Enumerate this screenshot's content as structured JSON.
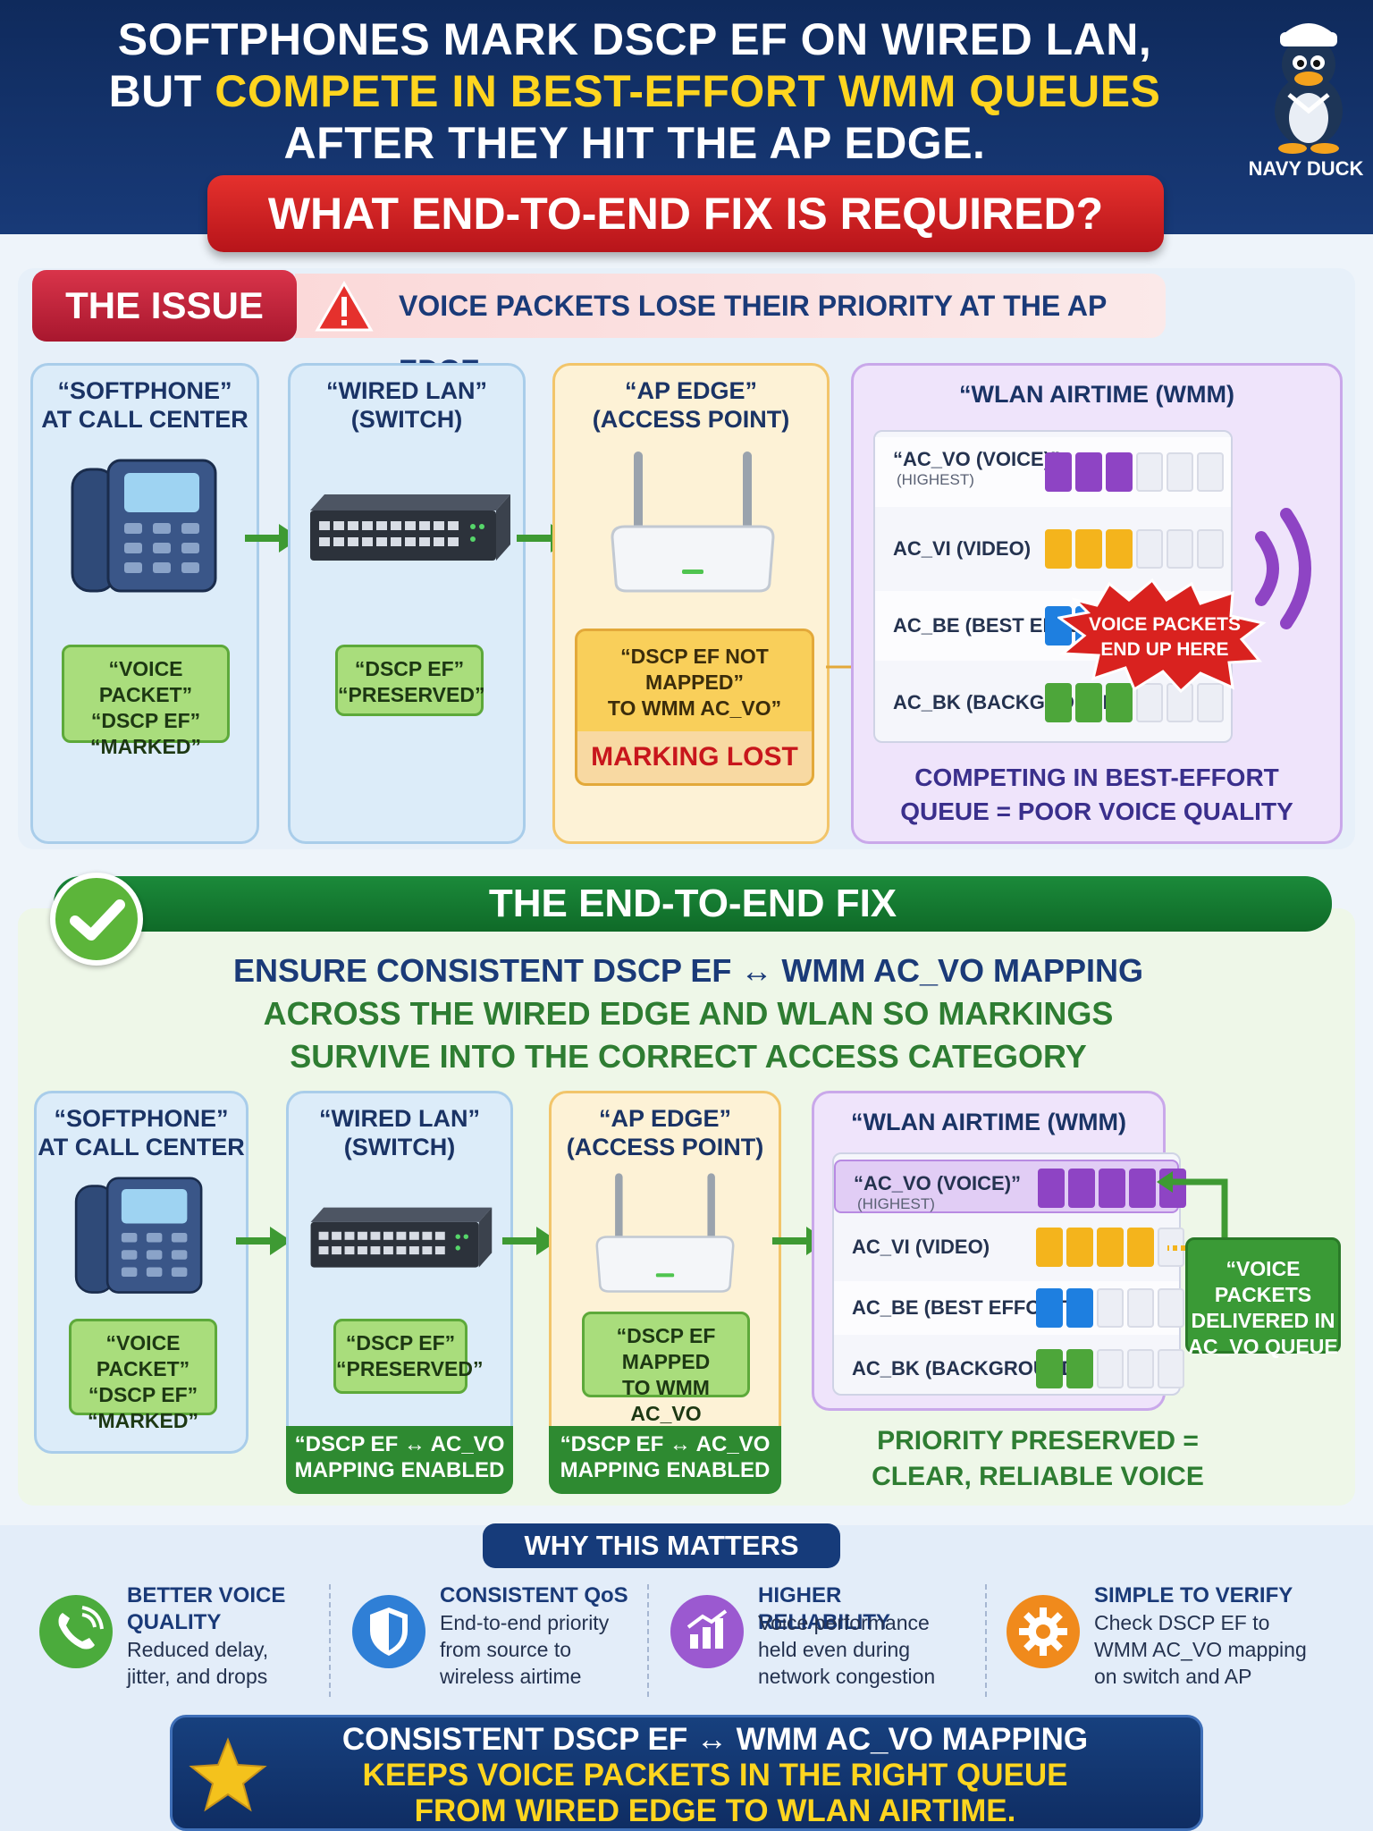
{
  "header": {
    "line1": "SOFTPHONES MARK DSCP EF ON WIRED LAN,",
    "line2_prefix": "BUT ",
    "line2_highlight": "COMPETE IN BEST-EFFORT WMM QUEUES",
    "line3": "AFTER THEY HIT THE AP EDGE.",
    "question": "WHAT END-TO-END FIX IS REQUIRED?",
    "mascot": "NAVY DUCK"
  },
  "issue": {
    "tag": "THE ISSUE",
    "summary": "VOICE PACKETS LOSE THEIR PRIORITY AT THE AP EDGE",
    "panels": {
      "softphone": {
        "title1": "“SOFTPHONE”",
        "title2": "AT CALL CENTER",
        "note1": "“VOICE PACKET”",
        "note2": "“DSCP EF”",
        "note3": "“MARKED”"
      },
      "switch": {
        "title1": "“WIRED LAN”",
        "title2": "(SWITCH)",
        "note1": "“DSCP EF”",
        "note2": "“PRESERVED”"
      },
      "ap": {
        "title1": "“AP EDGE”",
        "title2": "(ACCESS POINT)",
        "note1": "“DSCP EF NOT",
        "note2": "MAPPED”",
        "note3": "TO WMM AC_VO”",
        "lost": "MARKING LOST"
      },
      "wlan": {
        "title": "“WLAN AIRTIME (WMM)",
        "burst1": "VOICE PACKETS",
        "burst2": "END UP HERE",
        "footer1": "COMPETING IN BEST-EFFORT",
        "footer2": "QUEUE = POOR VOICE QUALITY"
      }
    },
    "queues": [
      {
        "label": "“AC_VO (VOICE)”",
        "sub": "(HIGHEST)",
        "color": "#8e44c4",
        "filled": 3
      },
      {
        "label": "AC_VI (VIDEO)",
        "sub": "",
        "color": "#f4b41c",
        "filled": 3
      },
      {
        "label": "AC_BE (BEST EFFORT)",
        "sub": "",
        "color": "#1e7fe0",
        "filled": 4
      },
      {
        "label": "AC_BK (BACKGROUND)",
        "sub": "",
        "color": "#4da63a",
        "filled": 3
      }
    ]
  },
  "fix": {
    "tag": "THE END-TO-END FIX",
    "line1": "ENSURE CONSISTENT DSCP EF ↔ WMM AC_VO MAPPING",
    "line2": "ACROSS THE WIRED EDGE AND WLAN SO MARKINGS",
    "line3": "SURVIVE INTO THE CORRECT ACCESS CATEGORY",
    "panels": {
      "softphone": {
        "title1": "“SOFTPHONE”",
        "title2": "AT CALL CENTER",
        "note1": "“VOICE PACKET”",
        "note2": "“DSCP EF”",
        "note3": "“MARKED”"
      },
      "switch": {
        "title1": "“WIRED LAN”",
        "title2": "(SWITCH)",
        "note1": "“DSCP EF”",
        "note2": "“PRESERVED”",
        "map1": "“DSCP EF ↔ AC_VO",
        "map2": "MAPPING ENABLED"
      },
      "ap": {
        "title1": "“AP EDGE”",
        "title2": "(ACCESS POINT)",
        "note1": "“DSCP EF MAPPED",
        "note2": "TO WMM AC_VO",
        "map1": "“DSCP EF ↔ AC_VO",
        "map2": "MAPPING ENABLED"
      },
      "wlan": {
        "title": "“WLAN AIRTIME (WMM)",
        "delivered1": "“VOICE PACKETS",
        "delivered2": "DELIVERED IN",
        "delivered3": "AC_VO QUEUE",
        "footer1": "PRIORITY PRESERVED =",
        "footer2": "CLEAR, RELIABLE VOICE"
      }
    },
    "queues": [
      {
        "label": "“AC_VO (VOICE)”",
        "sub": "(HIGHEST)",
        "color": "#8e44c4",
        "filled": 5
      },
      {
        "label": "AC_VI (VIDEO)",
        "sub": "",
        "color": "#f4b41c",
        "filled": 4
      },
      {
        "label": "AC_BE (BEST EFFORT)",
        "sub": "",
        "color": "#1e7fe0",
        "filled": 2
      },
      {
        "label": "AC_BK (BACKGROUND)",
        "sub": "",
        "color": "#4da63a",
        "filled": 2
      }
    ]
  },
  "why": {
    "tag": "WHY THIS MATTERS",
    "items": [
      {
        "title1": "BETTER VOICE",
        "title2": "QUALITY",
        "d1": "Reduced delay,",
        "d2": "jitter, and drops",
        "icon": "phone-icon",
        "color": "#4bab3c"
      },
      {
        "title1": "CONSISTENT QoS",
        "title2": "",
        "d1": "End-to-end priority",
        "d2": "from source to",
        "d3": "wireless airtime",
        "icon": "shield-icon",
        "color": "#2f7fd6"
      },
      {
        "title1": "HIGHER RELIABILITY",
        "title2": "",
        "d1": "Voice performance",
        "d2": "held even during",
        "d3": "network congestion",
        "icon": "chart-icon",
        "color": "#9b59d0"
      },
      {
        "title1": "SIMPLE TO VERIFY",
        "title2": "",
        "d1": "Check DSCP EF to",
        "d2": "WMM AC_VO mapping",
        "d3": "on switch and AP",
        "icon": "gear-icon",
        "color": "#f08a1c"
      }
    ]
  },
  "bottom": {
    "line1": "CONSISTENT DSCP EF ↔ WMM AC_VO MAPPING",
    "line2": "KEEPS VOICE PACKETS IN THE RIGHT QUEUE",
    "line3": "FROM WIRED EDGE TO WLAN AIRTIME."
  }
}
